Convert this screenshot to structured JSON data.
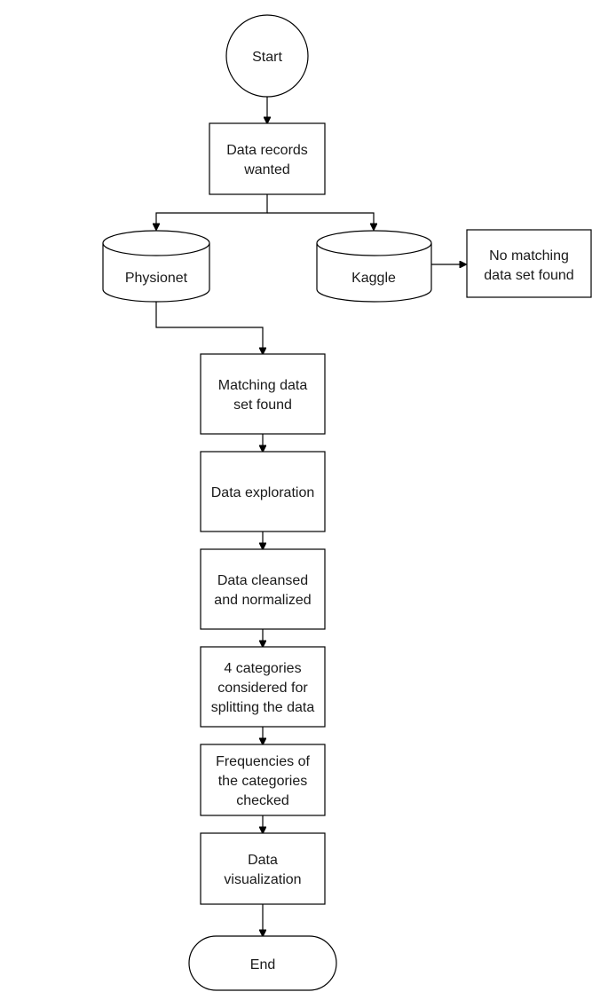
{
  "nodes": {
    "start": {
      "lines": [
        "Start"
      ]
    },
    "data_records": {
      "lines": [
        "Data records",
        "wanted"
      ]
    },
    "physionet": {
      "lines": [
        "Physionet"
      ]
    },
    "kaggle": {
      "lines": [
        "Kaggle"
      ]
    },
    "no_match": {
      "lines": [
        "No matching",
        "data set found"
      ]
    },
    "match_found": {
      "lines": [
        "Matching data",
        "set found"
      ]
    },
    "exploration": {
      "lines": [
        "Data exploration"
      ]
    },
    "cleansed": {
      "lines": [
        "Data cleansed",
        "and normalized"
      ]
    },
    "categories": {
      "lines": [
        "4 categories",
        "considered for",
        "splitting the data"
      ]
    },
    "frequencies": {
      "lines": [
        "Frequencies of",
        "the categories",
        "checked"
      ]
    },
    "visualization": {
      "lines": [
        "Data",
        "visualization"
      ]
    },
    "end": {
      "lines": [
        "End"
      ]
    }
  },
  "colors": {
    "stroke": "#000000",
    "fill": "#ffffff",
    "text": "#1a1a1a"
  }
}
